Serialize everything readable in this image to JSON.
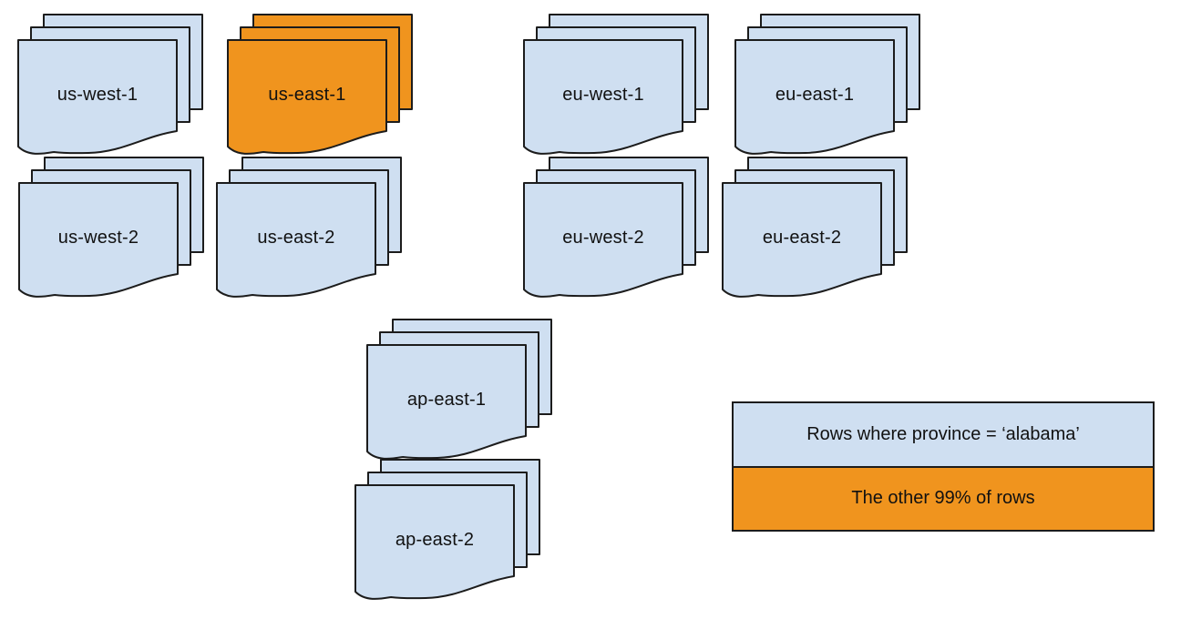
{
  "colors": {
    "canvas_bg": "#ffffff",
    "region_fill": "#cfdff1",
    "highlight_fill": "#f0941e",
    "stroke": "#1c1c1c",
    "text": "#111111"
  },
  "stacks": [
    {
      "label": "us-west-1",
      "highlighted": false
    },
    {
      "label": "us-east-1",
      "highlighted": true
    },
    {
      "label": "eu-west-1",
      "highlighted": false
    },
    {
      "label": "eu-east-1",
      "highlighted": false
    },
    {
      "label": "us-west-2",
      "highlighted": false
    },
    {
      "label": "us-east-2",
      "highlighted": false
    },
    {
      "label": "eu-west-2",
      "highlighted": false
    },
    {
      "label": "eu-east-2",
      "highlighted": false
    },
    {
      "label": "ap-east-1",
      "highlighted": false
    },
    {
      "label": "ap-east-2",
      "highlighted": false
    }
  ],
  "legend": {
    "items": [
      {
        "label": "Rows where province = ‘alabama’",
        "highlighted": false
      },
      {
        "label": "The other 99% of rows",
        "highlighted": true
      }
    ]
  }
}
